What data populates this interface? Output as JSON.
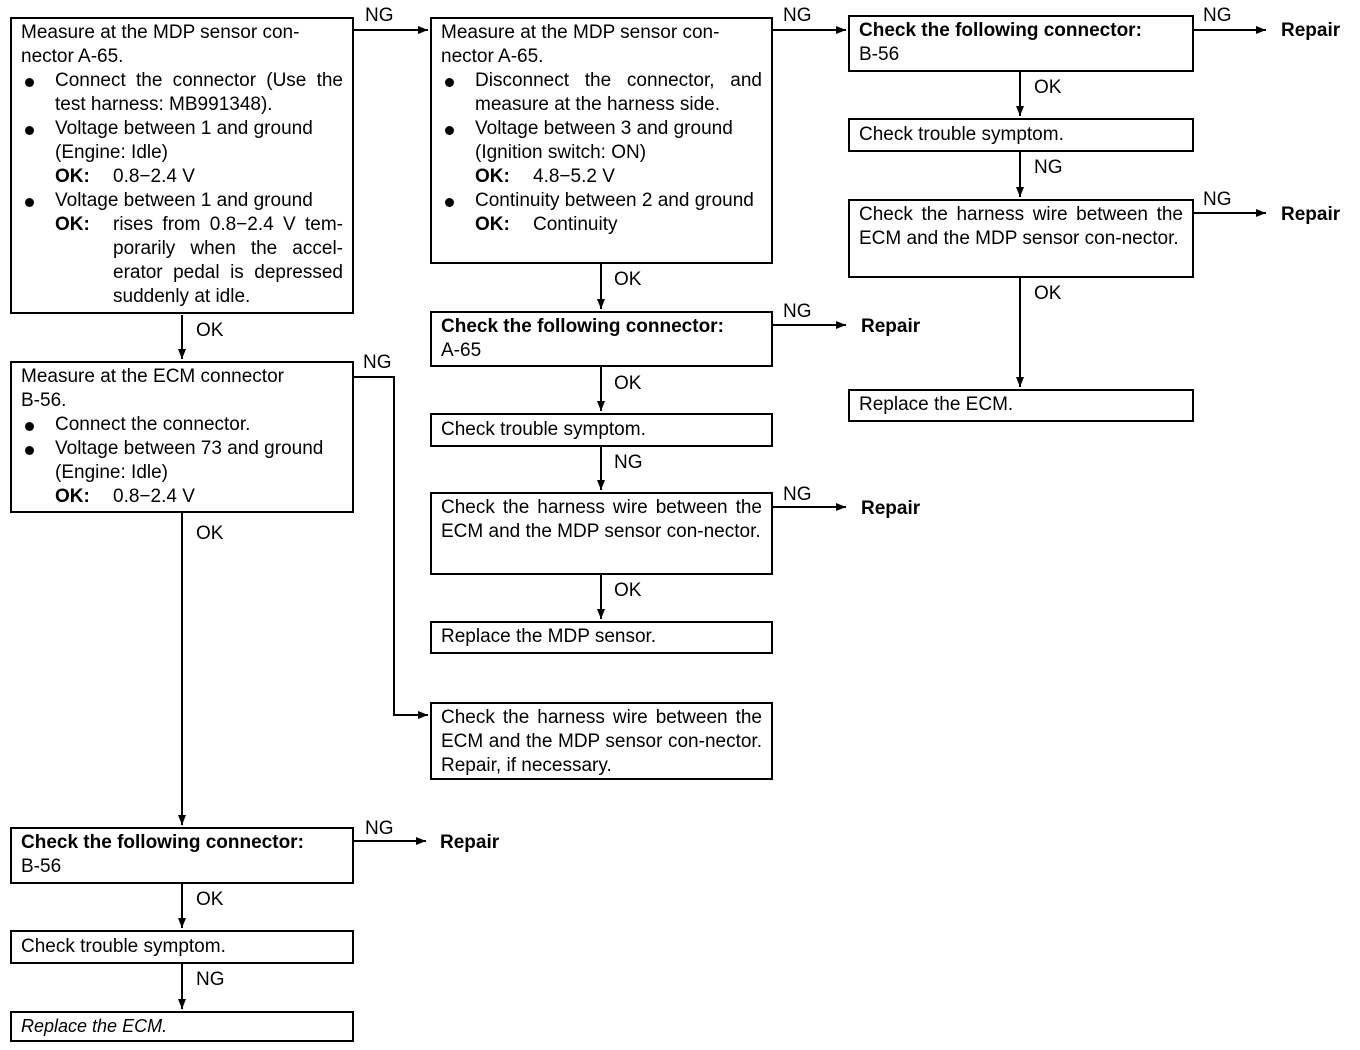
{
  "boxes": {
    "b1": {
      "lines": [
        "Measure at the MDP sensor con-",
        "nector A-65."
      ],
      "bullets": [
        {
          "text": "Connect the connector (Use the test harness: MB991348)."
        },
        {
          "text": "Voltage between 1 and ground (Engine: Idle)",
          "ok_label": "OK:",
          "ok_value": "0.8−2.4 V"
        },
        {
          "text": "Voltage between 1 and ground",
          "ok_label": "OK:",
          "ok_value": "rises from 0.8−2.4 V tem-porarily when the accel-erator pedal is depressed suddenly at idle."
        }
      ]
    },
    "b2": {
      "lines": [
        "Measure at the MDP sensor con-",
        "nector A-65."
      ],
      "bullets": [
        {
          "text": "Disconnect the connector, and measure at the harness side."
        },
        {
          "text": "Voltage between 3 and ground (Ignition switch: ON)",
          "ok_label": "OK:",
          "ok_value": "4.8−5.2 V"
        },
        {
          "text": "Continuity between 2 and ground",
          "ok_label": "OK:",
          "ok_value": "Continuity"
        }
      ]
    },
    "b3": {
      "title": "Check the following connector:",
      "sub": "B-56"
    },
    "b4": {
      "text": "Check trouble symptom."
    },
    "b5": {
      "text": "Check the harness wire between the ECM and the MDP sensor con-nector."
    },
    "b6": {
      "text": "Replace the ECM."
    },
    "b7": {
      "title": "Check the following connector:",
      "sub": "A-65"
    },
    "b8": {
      "text": "Check trouble symptom."
    },
    "b9": {
      "text": "Check the harness wire between the ECM and the MDP sensor con-nector."
    },
    "b10": {
      "text": "Replace the MDP sensor."
    },
    "b11": {
      "lines": [
        "Measure at the ECM connector",
        "B-56."
      ],
      "bullets": [
        {
          "text": "Connect the connector."
        },
        {
          "text": "Voltage between 73 and ground (Engine: Idle)",
          "ok_label": "OK:",
          "ok_value": "0.8−2.4 V"
        }
      ]
    },
    "b12": {
      "text": "Check the harness wire between the ECM and the MDP sensor con-nector. Repair, if necessary."
    },
    "b13": {
      "title": "Check the following connector:",
      "sub": "B-56"
    },
    "b14": {
      "text": "Check trouble symptom."
    },
    "b15": {
      "text": "Replace the ECM."
    }
  },
  "labels": {
    "ng": "NG",
    "ok": "OK",
    "repair": "Repair"
  }
}
